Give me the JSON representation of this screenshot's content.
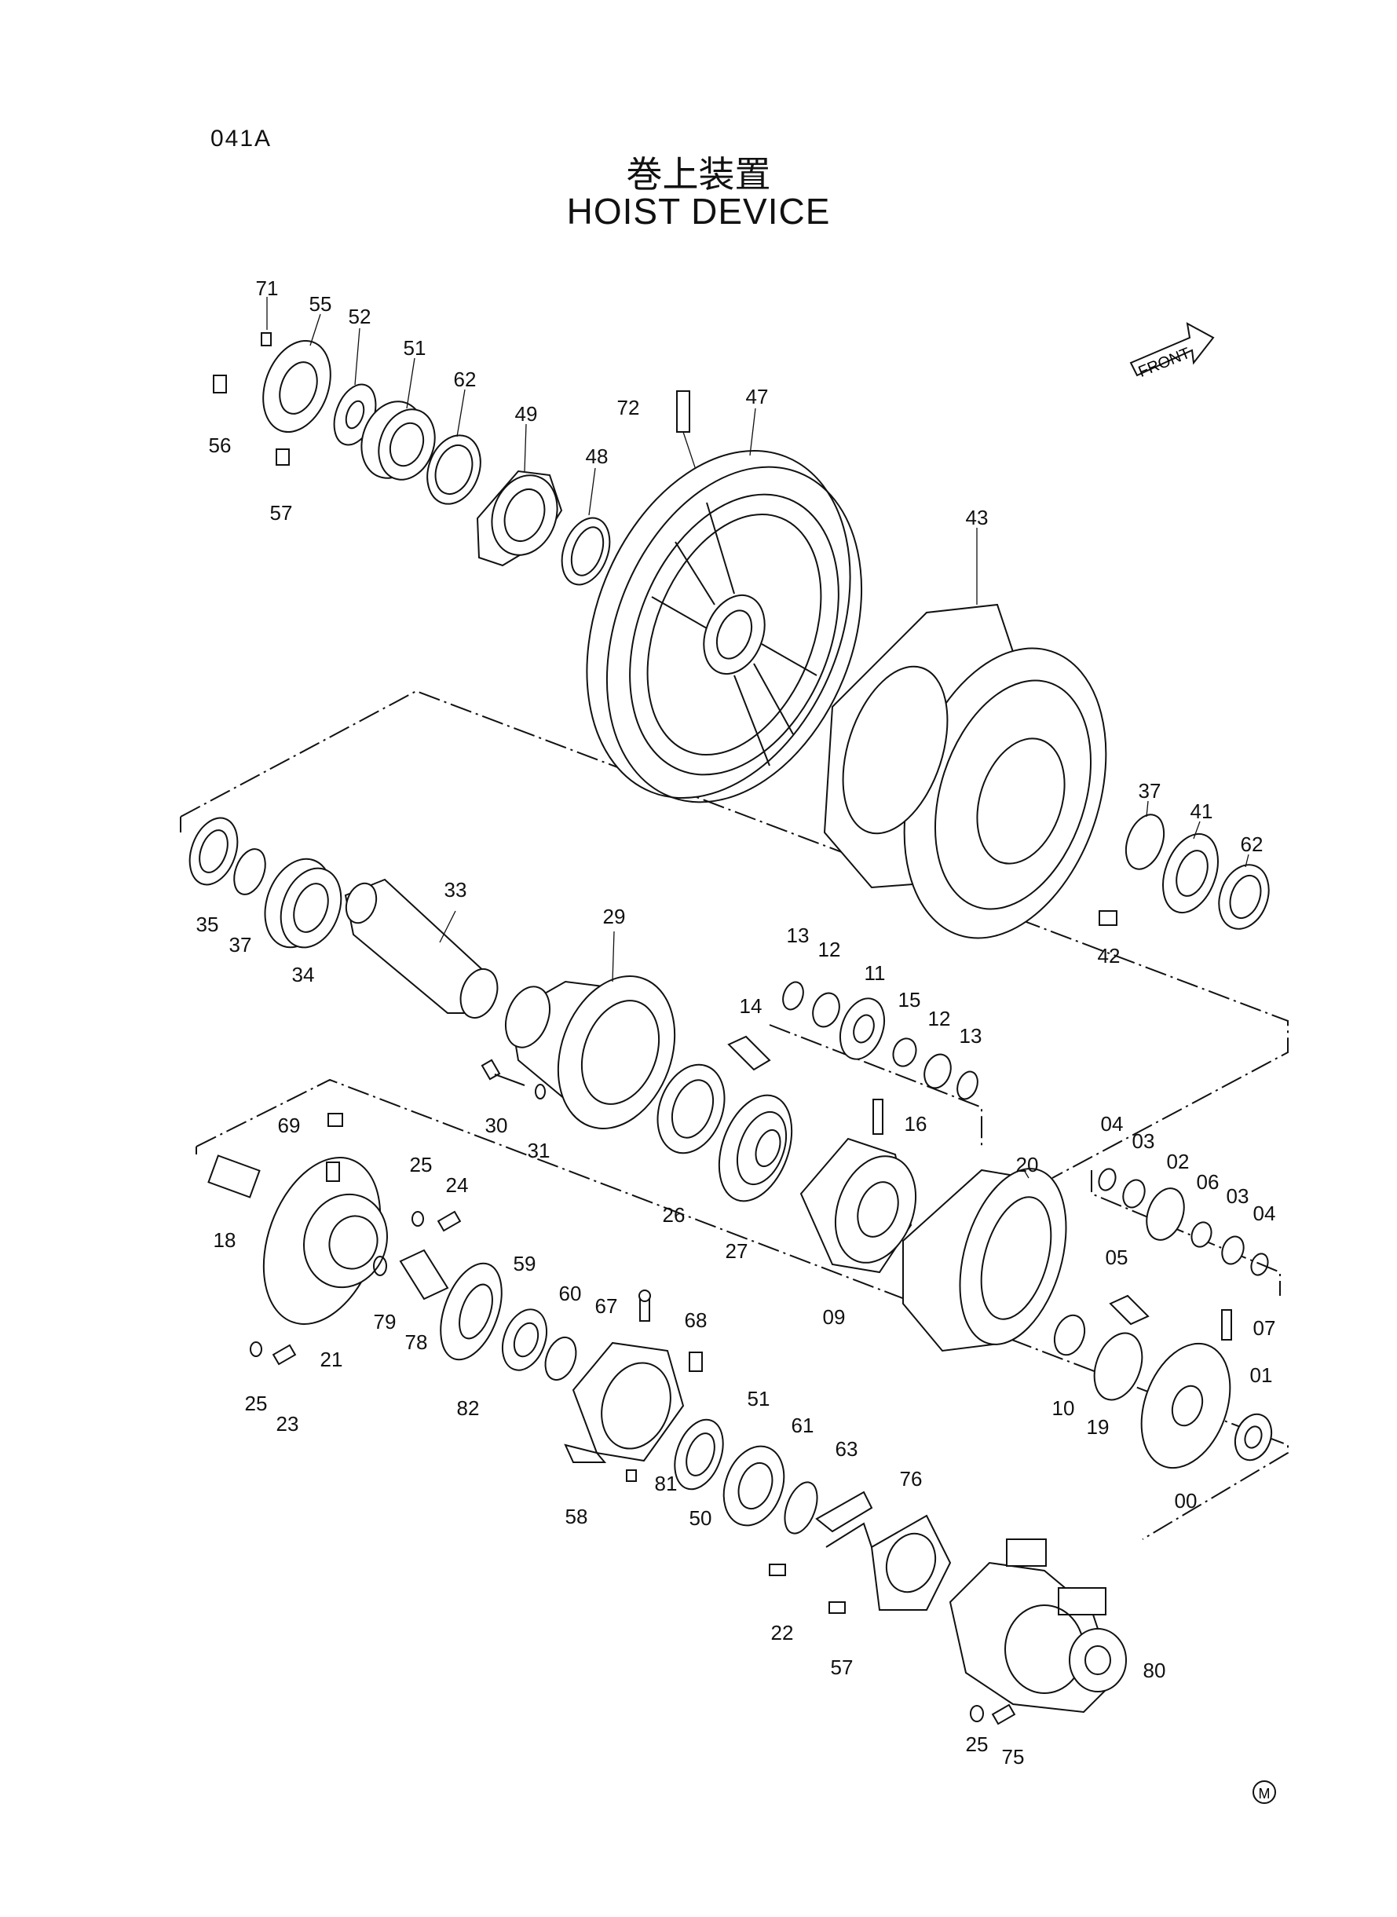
{
  "page_code": "041A",
  "title_jp": "巻上装置",
  "title_en": "HOIST DEVICE",
  "front_label": "FRONT",
  "corner_mark": "M",
  "part_labels": [
    "71",
    "55",
    "52",
    "51",
    "62",
    "49",
    "48",
    "47",
    "72",
    "56",
    "57",
    "43",
    "37",
    "41",
    "62",
    "35",
    "37",
    "34",
    "33",
    "29",
    "42",
    "13",
    "12",
    "11",
    "15",
    "12",
    "13",
    "14",
    "16",
    "30",
    "31",
    "26",
    "27",
    "69",
    "25",
    "24",
    "18",
    "20",
    "04",
    "03",
    "02",
    "06",
    "03",
    "04",
    "05",
    "07",
    "01",
    "09",
    "10",
    "19",
    "00",
    "79",
    "78",
    "59",
    "60",
    "67",
    "68",
    "21",
    "82",
    "25",
    "23",
    "58",
    "81",
    "50",
    "51",
    "61",
    "63",
    "76",
    "22",
    "57",
    "80",
    "25",
    "75"
  ]
}
